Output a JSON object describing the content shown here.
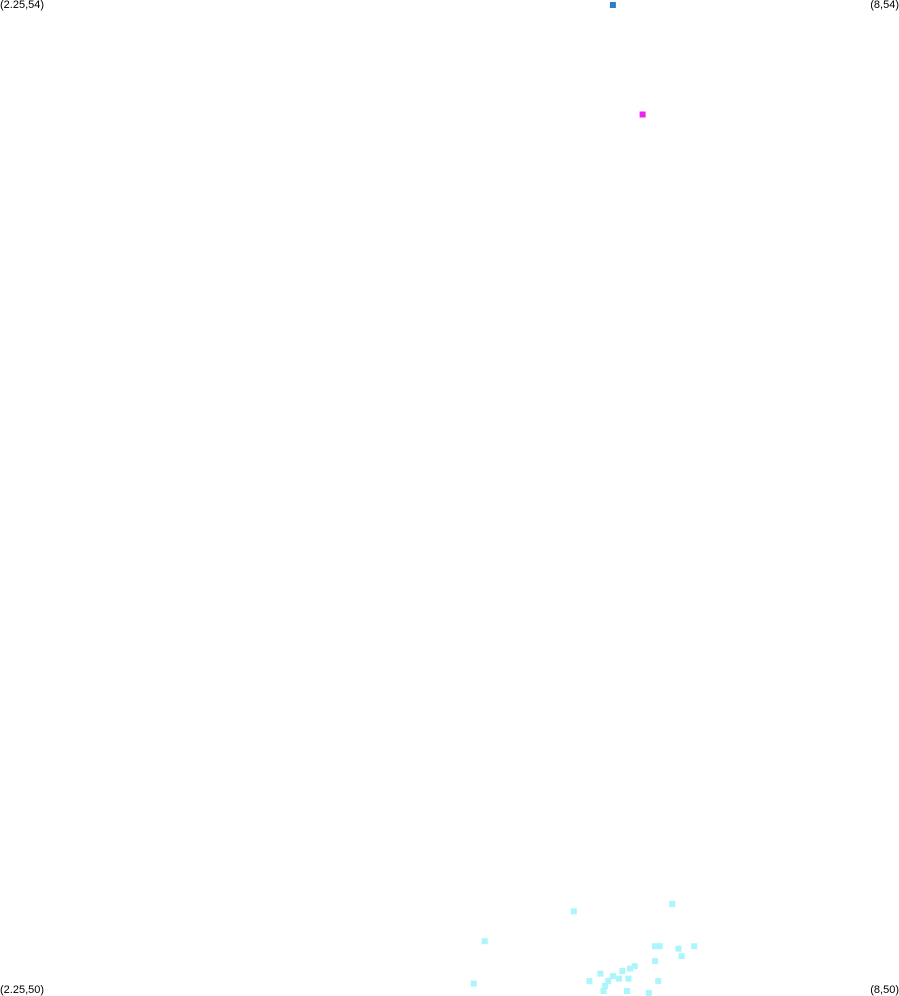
{
  "corners": {
    "top_left": "(2.25,54)",
    "top_right": "(8,54)",
    "bottom_left": "(2.25,50)",
    "bottom_right": "(8,50)"
  },
  "chart_data": {
    "type": "scatter",
    "title": "",
    "xlabel": "",
    "ylabel": "",
    "xlim": [
      2.25,
      8
    ],
    "ylim": [
      50,
      54
    ],
    "grid": false,
    "series": [
      {
        "color": "#2a7dd1",
        "points": [
          [
            6.17,
            53.98
          ]
        ]
      },
      {
        "color": "#ee22ee",
        "points": [
          [
            6.36,
            53.54
          ]
        ]
      },
      {
        "color": "#aaf6fc",
        "points": [
          [
            6.55,
            50.37
          ],
          [
            5.92,
            50.34
          ],
          [
            5.35,
            50.22
          ],
          [
            6.44,
            50.2
          ],
          [
            6.47,
            50.2
          ],
          [
            6.59,
            50.19
          ],
          [
            6.69,
            50.2
          ],
          [
            6.61,
            50.16
          ],
          [
            6.44,
            50.14
          ],
          [
            6.31,
            50.12
          ],
          [
            6.28,
            50.11
          ],
          [
            6.23,
            50.1
          ],
          [
            6.09,
            50.09
          ],
          [
            6.17,
            50.08
          ],
          [
            6.21,
            50.07
          ],
          [
            6.27,
            50.07
          ],
          [
            6.46,
            50.06
          ],
          [
            6.14,
            50.06
          ],
          [
            6.02,
            50.06
          ],
          [
            5.28,
            50.05
          ],
          [
            6.12,
            50.04
          ],
          [
            6.11,
            50.02
          ],
          [
            6.26,
            50.02
          ],
          [
            6.4,
            50.01
          ]
        ]
      }
    ]
  }
}
